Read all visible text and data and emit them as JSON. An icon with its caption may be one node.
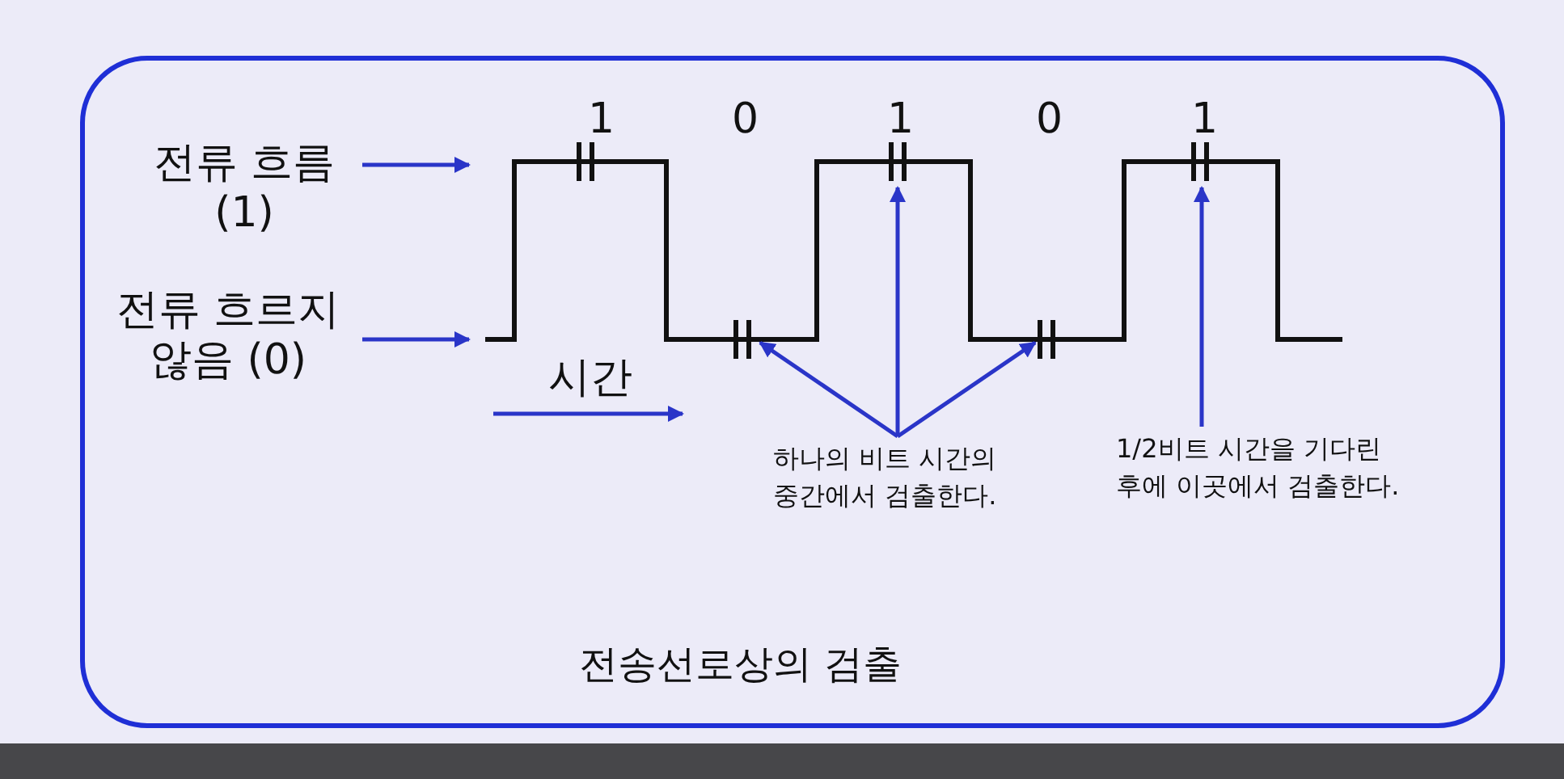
{
  "diagram": {
    "caption": "전송선로상의 검출",
    "nodes": [
      {
        "text": [
          "전류 흐름 (1)"
        ]
      },
      {
        "text": [
          "전류 흐르지 않음 (0)"
        ]
      },
      {
        "text": [
          "하나의 비트 시간의 중간에서 검출한다."
        ]
      },
      {
        "text": [
          "1/2비트 시간을 기다린 후에 이곳에서 검출한다."
        ]
      }
    ],
    "edges": [
      {
        "from": 0,
        "to": null,
        "arrow": "to"
      },
      {
        "from": 1,
        "to": null,
        "arrow": "to"
      },
      {
        "from": 2,
        "to": null,
        "arrow": "to"
      },
      {
        "from": 2,
        "to": null,
        "arrow": "to"
      },
      {
        "from": 2,
        "to": null,
        "arrow": "to"
      },
      {
        "from": 3,
        "to": null,
        "arrow": "to"
      }
    ],
    "labels": [
      "1",
      "0",
      "1",
      "0",
      "1",
      "시간"
    ]
  }
}
